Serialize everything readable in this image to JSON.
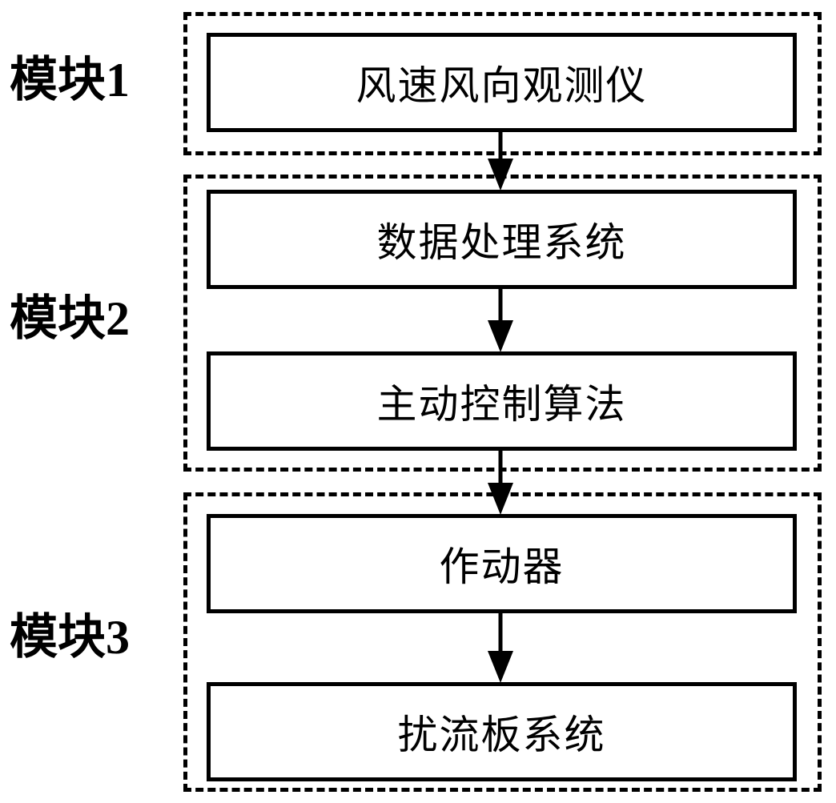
{
  "modules": [
    {
      "label": "模块1",
      "nodes": [
        "风速风向观测仪"
      ]
    },
    {
      "label": "模块2",
      "nodes": [
        "数据处理系统",
        "主动控制算法"
      ]
    },
    {
      "label": "模块3",
      "nodes": [
        "作动器",
        "扰流板系统"
      ]
    }
  ],
  "colors": {
    "line": "#000000",
    "background": "#ffffff"
  }
}
